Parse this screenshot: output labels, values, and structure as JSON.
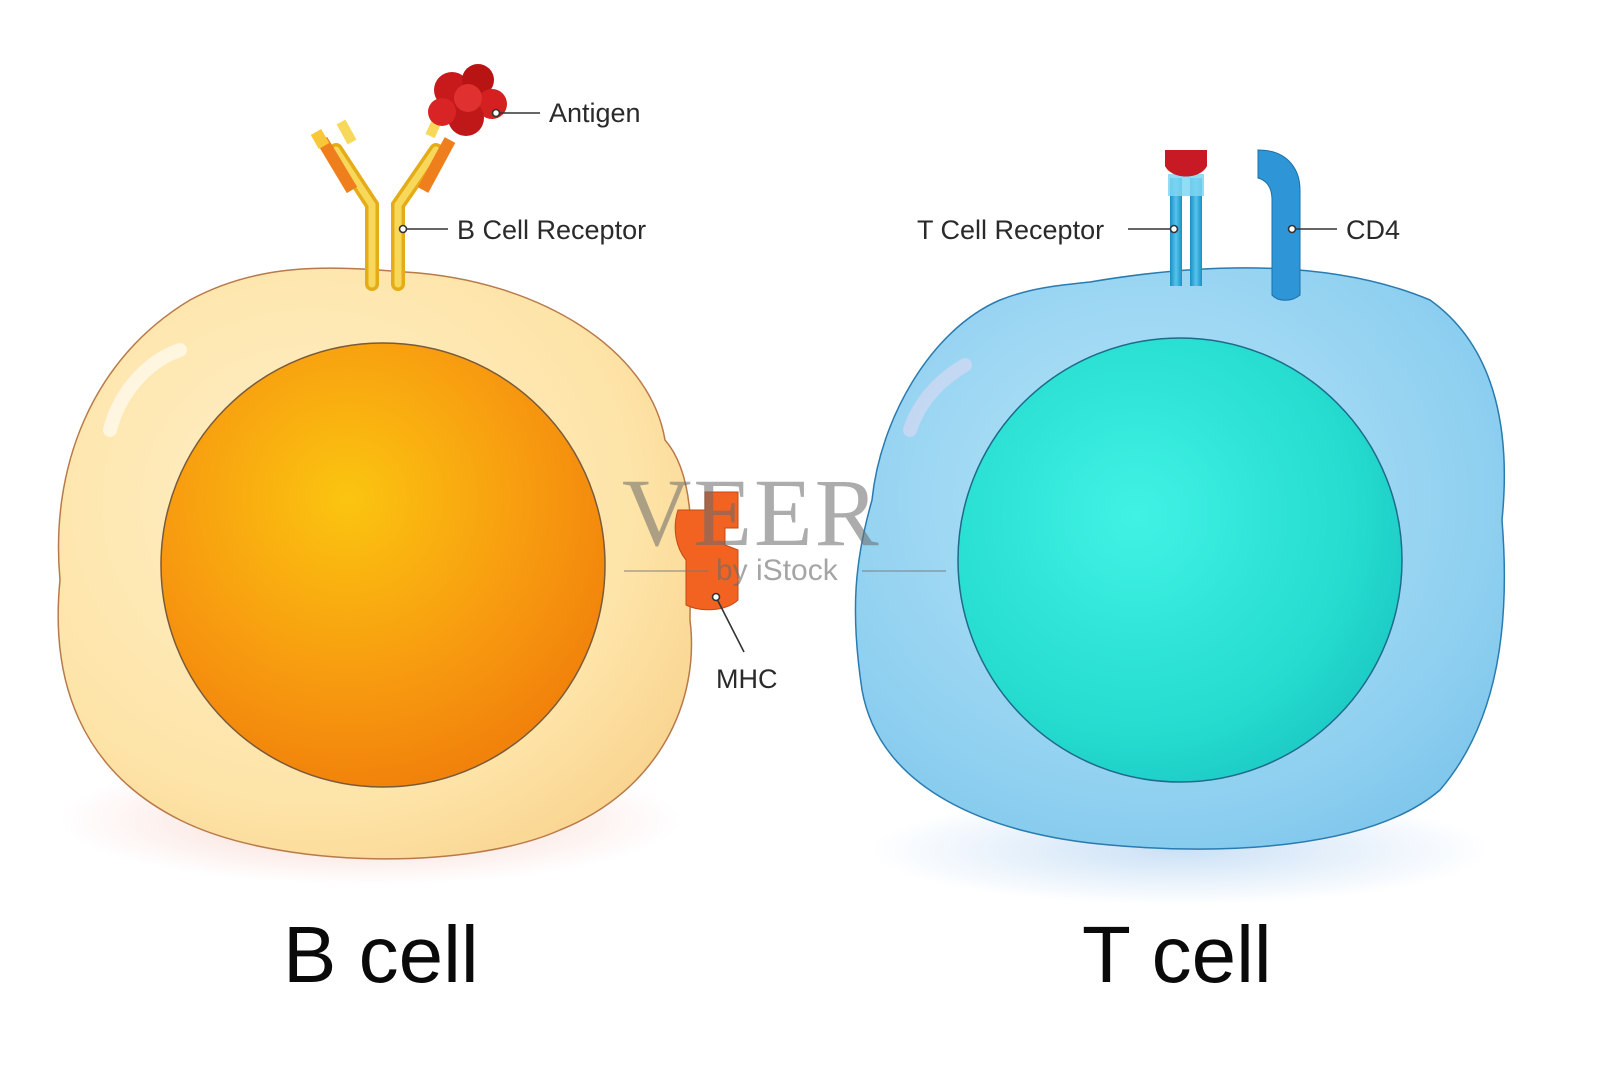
{
  "labels": {
    "antigen": "Antigen",
    "b_cell_receptor": "B Cell Receptor",
    "mhc": "MHC",
    "t_cell_receptor": "T Cell Receptor",
    "cd4": "CD4"
  },
  "titles": {
    "b_cell": "B cell",
    "t_cell": "T cell"
  },
  "watermark": {
    "brand": "VEER",
    "byline": "by iStock"
  },
  "colors": {
    "b_cytoplasm": "#fde3a6",
    "b_membrane": "#b87a4a",
    "b_nucleus": "#f79a10",
    "t_cytoplasm": "#8fd0f0",
    "t_membrane": "#2a7bb0",
    "t_nucleus": "#25dccf",
    "antibody": "#f5c93a",
    "antibody_tip": "#f28a22",
    "antigen": "#c81a1a",
    "mhc": "#f26322",
    "tcr": "#2aa8d8",
    "cd4": "#2e96d6"
  }
}
